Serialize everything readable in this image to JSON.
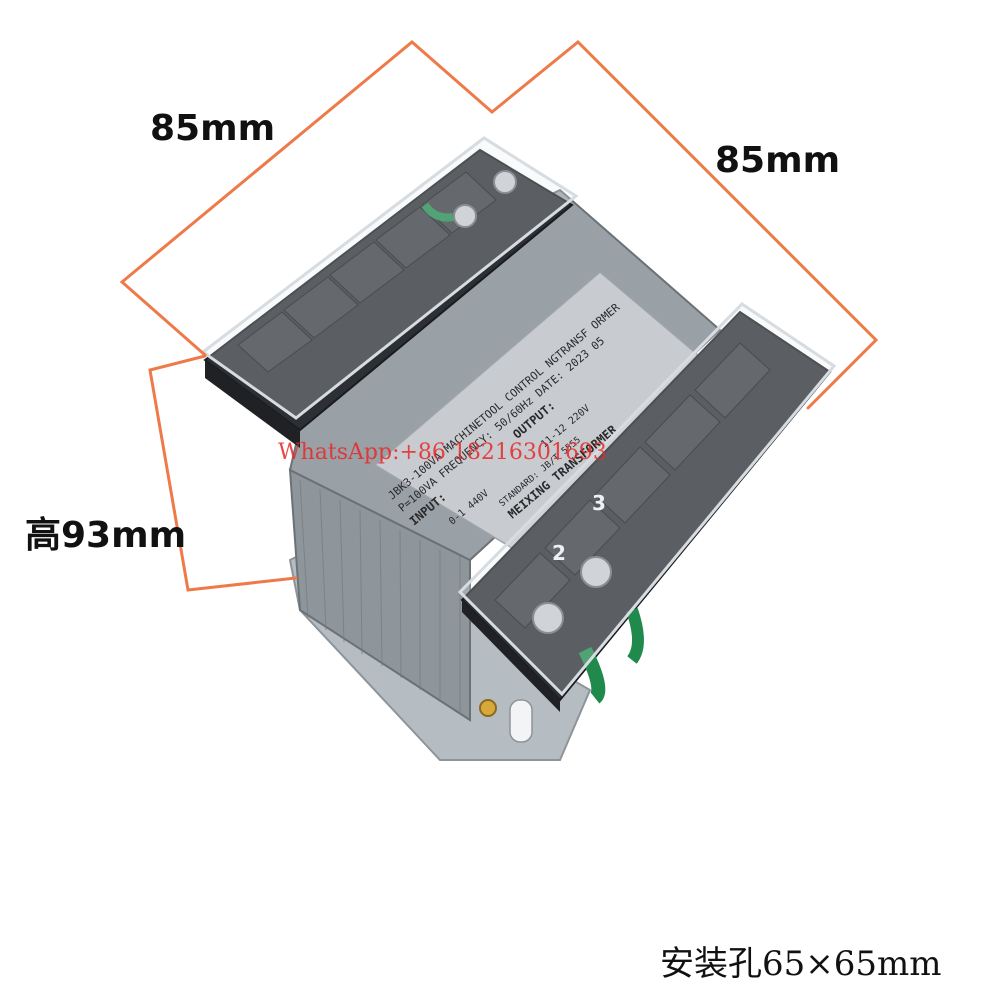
{
  "dimensions": {
    "width_label": "85mm",
    "depth_label": "85mm",
    "height_label": "高93mm",
    "mounting_label": "安装孔65×65mm",
    "line_color": "#ee7a4a"
  },
  "watermark": {
    "text": "WhatsApp:+86  18216301693",
    "color": "#e62828"
  },
  "nameplate": {
    "line1": "JBK3-100VA  MACHINETOOL CONTROL NGTRANSF ORMER",
    "line2": "P=100VA FREQUENCY: 50/60Hz DATE: 2023 05",
    "line3": "INPUT:",
    "line3b": "OUTPUT:",
    "line4": "0-1 440V",
    "line4b": "11-12 220V",
    "line5": "STANDARD: JB/T 5555",
    "line6": "MEIXING TRANSFORMER"
  },
  "terminals": {
    "labels": [
      "2",
      "3"
    ]
  },
  "colors": {
    "steel_core": "#8e969c",
    "nameplate_bg": "#c8ccd0",
    "terminal_block": "#2c2f33",
    "terminal_cover": "#e8ecef",
    "wire_green": "#1f8a4c",
    "base_plate": "#b5bcc2"
  }
}
